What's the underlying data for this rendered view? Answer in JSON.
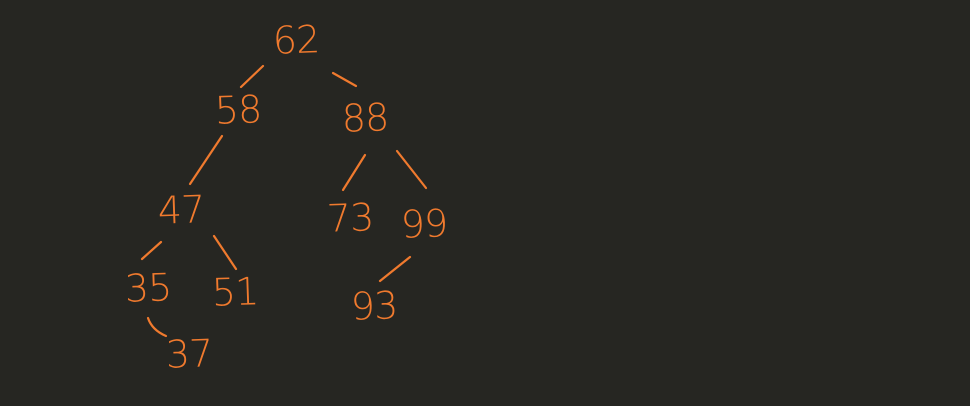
{
  "colors": {
    "background": "#262622",
    "ink": "#f07a2e"
  },
  "tree": {
    "nodes": [
      {
        "id": "n62",
        "label": "62"
      },
      {
        "id": "n58",
        "label": "58"
      },
      {
        "id": "n88",
        "label": "88"
      },
      {
        "id": "n47",
        "label": "47"
      },
      {
        "id": "n73",
        "label": "73"
      },
      {
        "id": "n99",
        "label": "99"
      },
      {
        "id": "n35",
        "label": "35"
      },
      {
        "id": "n51",
        "label": "51"
      },
      {
        "id": "n93",
        "label": "93"
      },
      {
        "id": "n37",
        "label": "37"
      }
    ],
    "edges": [
      {
        "from": "n62",
        "to": "n58"
      },
      {
        "from": "n62",
        "to": "n88"
      },
      {
        "from": "n58",
        "to": "n47"
      },
      {
        "from": "n88",
        "to": "n73"
      },
      {
        "from": "n88",
        "to": "n99"
      },
      {
        "from": "n47",
        "to": "n35"
      },
      {
        "from": "n47",
        "to": "n51"
      },
      {
        "from": "n99",
        "to": "n93"
      },
      {
        "from": "n35",
        "to": "n37"
      }
    ]
  }
}
